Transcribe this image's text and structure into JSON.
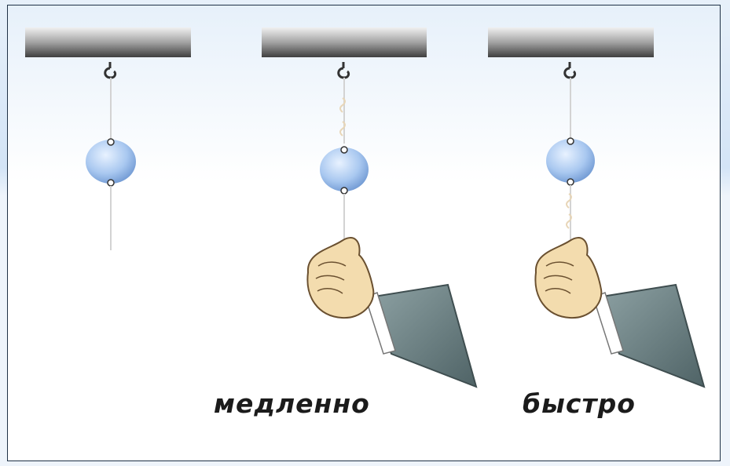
{
  "captions": {
    "slow": "медленно",
    "fast": "быстро"
  },
  "colors": {
    "bar_top": "#e6e6e6",
    "bar_bottom": "#4d4d4d",
    "ball_light": "#d9e9ff",
    "ball_dark": "#7ea6dc",
    "thread": "#d4d4d4",
    "sleeve": "#5f7478",
    "skin": "#f1d7a8"
  },
  "icons": [
    "ceiling-bar",
    "hook",
    "pendulum-ball",
    "thread",
    "hand-pulling-thread"
  ]
}
